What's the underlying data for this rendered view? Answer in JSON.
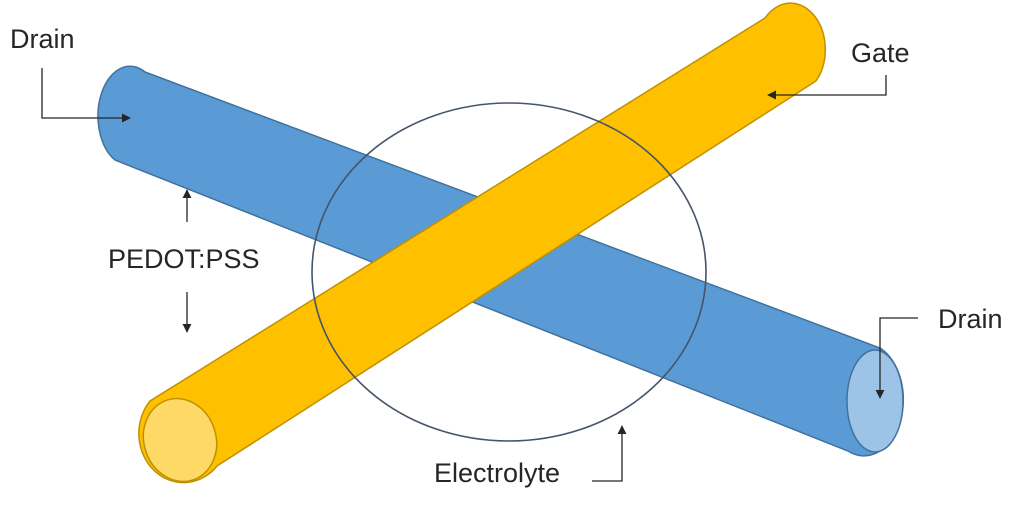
{
  "labels": {
    "drain_top_left": "Drain",
    "gate": "Gate",
    "pedot": "PEDOT:PSS",
    "drain_right": "Drain",
    "electrolyte": "Electrolyte"
  },
  "colors": {
    "pedot_rod": "#5b9bd5",
    "pedot_rod_end": "#9dc3e6",
    "gate_rod": "#ffc000",
    "gate_rod_end": "#ffd966",
    "electrolyte_outline": "#44546a",
    "text": "#262626"
  }
}
